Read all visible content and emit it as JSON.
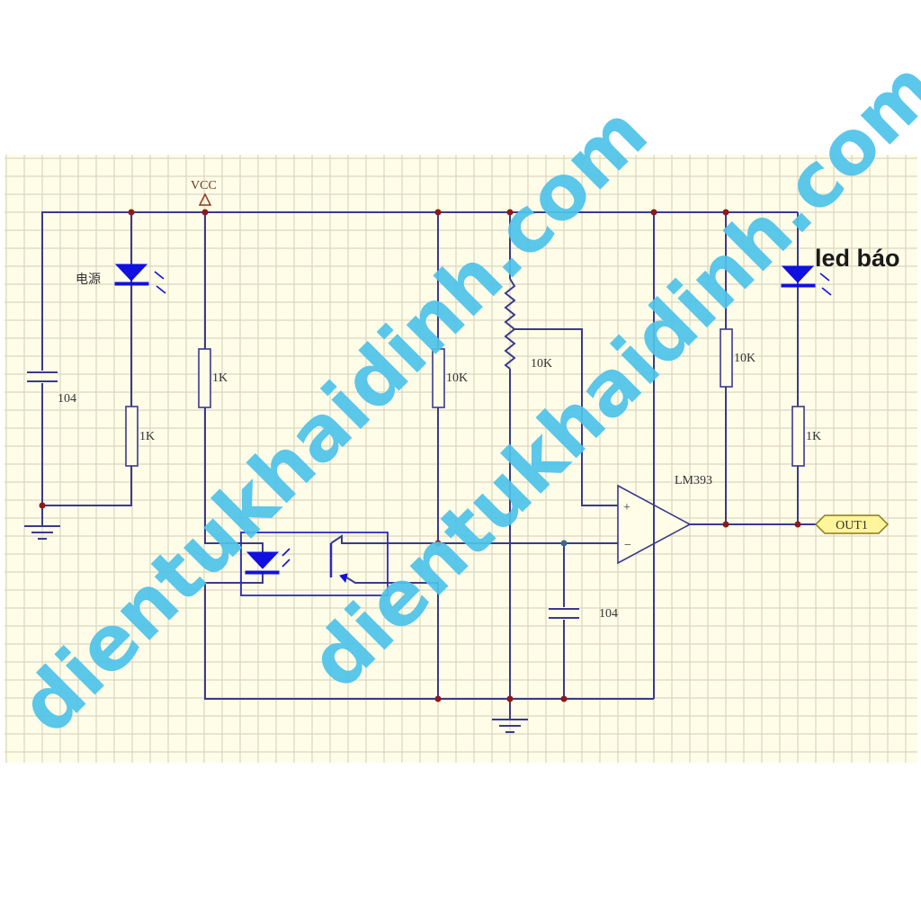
{
  "schematic": {
    "power_label": "VCC",
    "power_led_label": "电源",
    "cap_left": "104",
    "r_led_left": "1K",
    "r_opto": "1K",
    "r_collector": "10K",
    "pot": "10K",
    "cap_mid": "104",
    "comparator": "LM393",
    "plus": "+",
    "minus": "−",
    "r_pullup": "10K",
    "r_led_right": "1K",
    "output_tag": "OUT1",
    "status_led_label": "led báo"
  },
  "watermark": [
    "dientukhaidinh.com",
    "dientukhaidinh.com"
  ],
  "colors": {
    "background": "#fffde8",
    "grid": "#d9d6c2",
    "wire": "#3a3a8c",
    "led": "#1010e0",
    "junction": "#8b1a1a",
    "watermark": "#4fc3ea",
    "tag": "#fff59a"
  }
}
